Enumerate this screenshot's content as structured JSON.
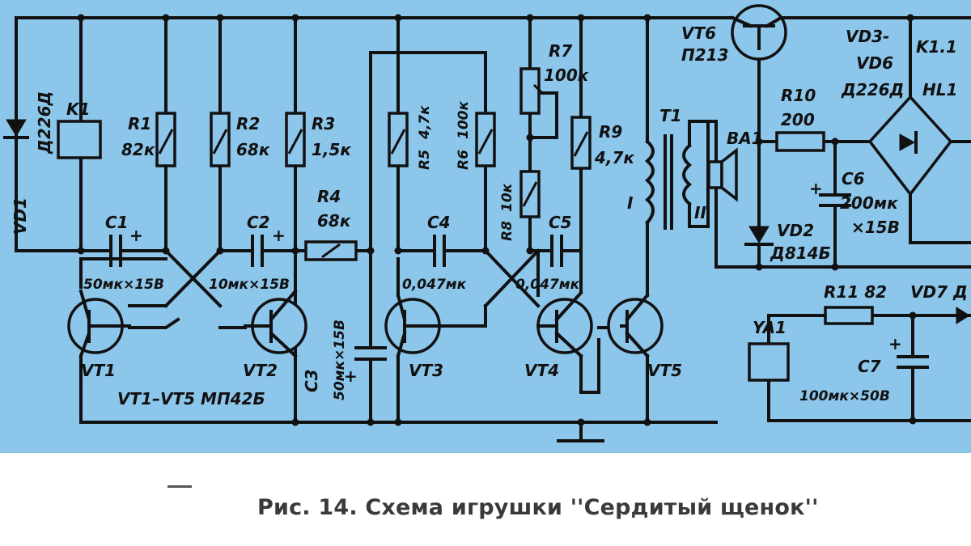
{
  "caption": "Рис. 14. Схема игрушки ''Сердитый щенок''",
  "colors": {
    "background": "#8cc6ea",
    "ink": "#111111",
    "caption": "#3a3a3a"
  },
  "labels": {
    "vd1": "VD1",
    "vd1_type": "Д226Д",
    "k1": "K1",
    "r1": "R1",
    "r1_val": "82к",
    "r2": "R2",
    "r2_val": "68к",
    "r3": "R3",
    "r3_val": "1,5к",
    "r4": "R4",
    "r4_val": "68к",
    "r5": "R5",
    "r5_val": "4,7к",
    "r6": "R6",
    "r6_val": "100к",
    "r7": "R7",
    "r7_val": "100к",
    "r8": "R8",
    "r8_val": "10к",
    "r9": "R9",
    "r9_val": "4,7к",
    "r10": "R10",
    "r10_val": "200",
    "r11": "R11 82",
    "c1": "C1",
    "c1_val": "50мк×15В",
    "c2": "C2",
    "c2_val": "10мк×15В",
    "c3": "C3",
    "c3_val": "50мк×15В",
    "c4": "C4",
    "c4_val": "0,047мк",
    "c5": "C5",
    "c5_val": "0,047мк",
    "c6": "C6",
    "c6_val": "200мк",
    "c6_volt": "×15В",
    "c7": "C7",
    "c7_val": "100мк×50В",
    "vt1": "VT1",
    "vt2": "VT2",
    "vt3": "VT3",
    "vt4": "VT4",
    "vt5": "VT5",
    "vt_types": "VT1–VT5 МП42Б",
    "vt6": "VT6",
    "vt6_type": "П213",
    "t1": "T1",
    "t1_w1": "I",
    "t1_w2": "II",
    "ba1": "BA1",
    "vd2": "VD2",
    "vd2_type": "Д814Б",
    "vd3_6": "VD3-",
    "vd3_6b": "VD6",
    "vd3_6_type": "Д226Д",
    "k1_1": "K1.1",
    "hl1": "HL1",
    "vd7": "VD7 Д",
    "ya1": "YA1",
    "plus": "+"
  }
}
